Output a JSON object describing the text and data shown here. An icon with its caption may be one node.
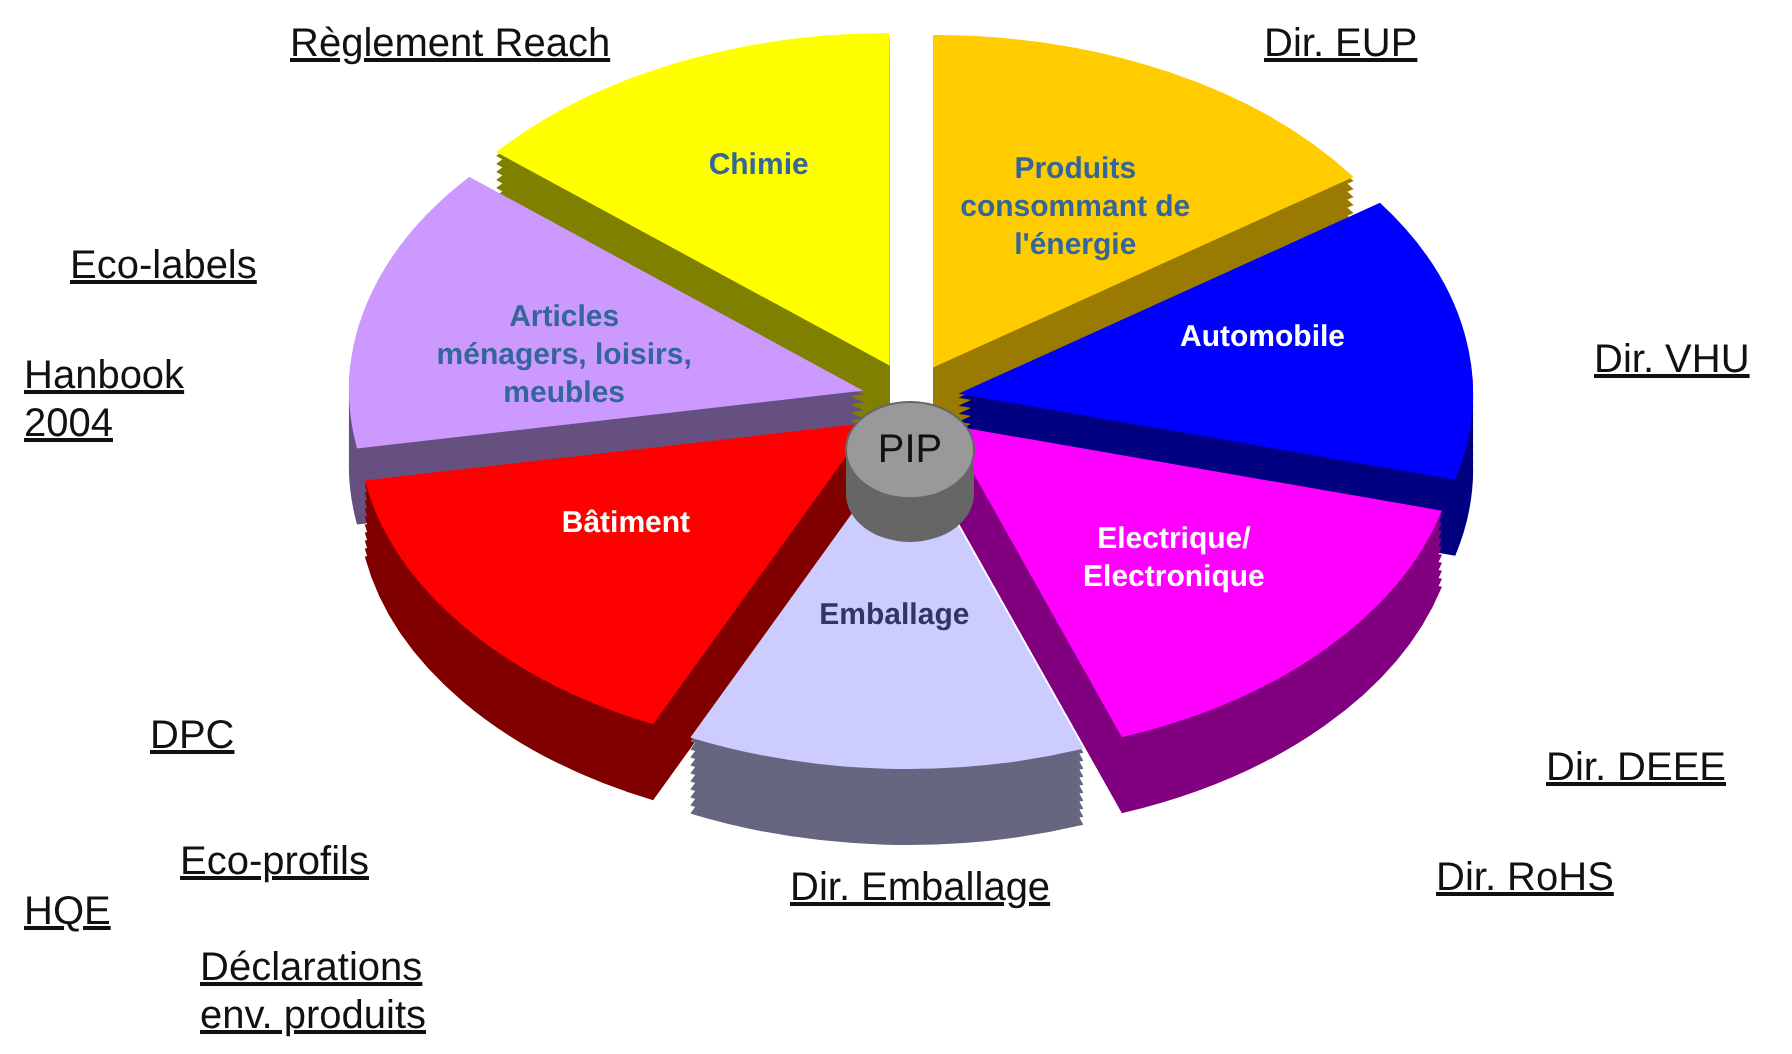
{
  "diagram": {
    "nodes": [
      {
        "text": [
          "Chimie"
        ],
        "beside": [
          "Règlement Reach"
        ]
      },
      {
        "text": [
          "Produits consommant de l'énergie"
        ],
        "beside": [
          "Dir. EUP"
        ]
      },
      {
        "text": [
          "Articles ménagers, loisirs, meubles"
        ],
        "beside": [
          "Eco-labels",
          "Hanbook 2004"
        ]
      },
      {
        "text": [
          "Automobile"
        ],
        "beside": [
          "Dir. VHU"
        ]
      },
      {
        "text": [
          "PIP"
        ]
      },
      {
        "text": [
          "Bâtiment"
        ],
        "beside": [
          "DPC",
          "Eco-profils",
          "HQE",
          "Déclarations env. produits"
        ]
      },
      {
        "text": [
          "Electrique/ Electronique"
        ],
        "beside": [
          "Dir. DEEE",
          "Dir. RoHS"
        ]
      },
      {
        "text": [
          "Emballage"
        ],
        "beside": [
          "Dir. Emballage"
        ]
      }
    ]
  }
}
